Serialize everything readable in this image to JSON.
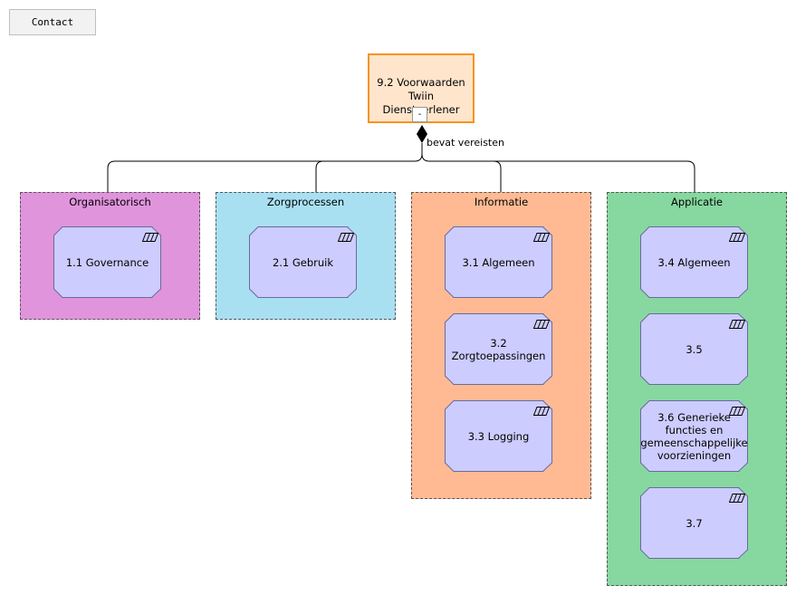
{
  "contact_button": {
    "label": "Contact"
  },
  "root": {
    "title_line1": "9.2 Voorwaarden",
    "title_line2": "Twiin Dienstverlener",
    "collapse_label": "-"
  },
  "relation": {
    "label": "bevat vereisten"
  },
  "colors": {
    "root_fill": "#ffe5cc",
    "root_border": "#f7931e",
    "organisatorisch": "#e094dc",
    "zorgprocessen": "#a8e0f2",
    "informatie": "#ffba94",
    "applicatie": "#86d8a0",
    "requirement_fill": "#ccccff"
  },
  "groups": [
    {
      "title": "Organisatorisch",
      "items": [
        {
          "label": "1.1 Governance",
          "icon": "requirement-icon"
        }
      ]
    },
    {
      "title": "Zorgprocessen",
      "items": [
        {
          "label": "2.1 Gebruik",
          "icon": "requirement-icon"
        }
      ]
    },
    {
      "title": "Informatie",
      "items": [
        {
          "label": "3.1 Algemeen",
          "icon": "requirement-icon"
        },
        {
          "label": "3.2 Zorgtoepassingen",
          "icon": "requirement-icon"
        },
        {
          "label": "3.3 Logging",
          "icon": "requirement-icon"
        }
      ]
    },
    {
      "title": "Applicatie",
      "items": [
        {
          "label": "3.4 Algemeen",
          "icon": "requirement-icon"
        },
        {
          "label": "3.5",
          "icon": "requirement-icon"
        },
        {
          "label": "3.6 Generieke functies en gemeenschappelijke voorzieningen",
          "icon": "requirement-icon"
        },
        {
          "label": "3.7",
          "icon": "requirement-icon"
        }
      ]
    }
  ]
}
